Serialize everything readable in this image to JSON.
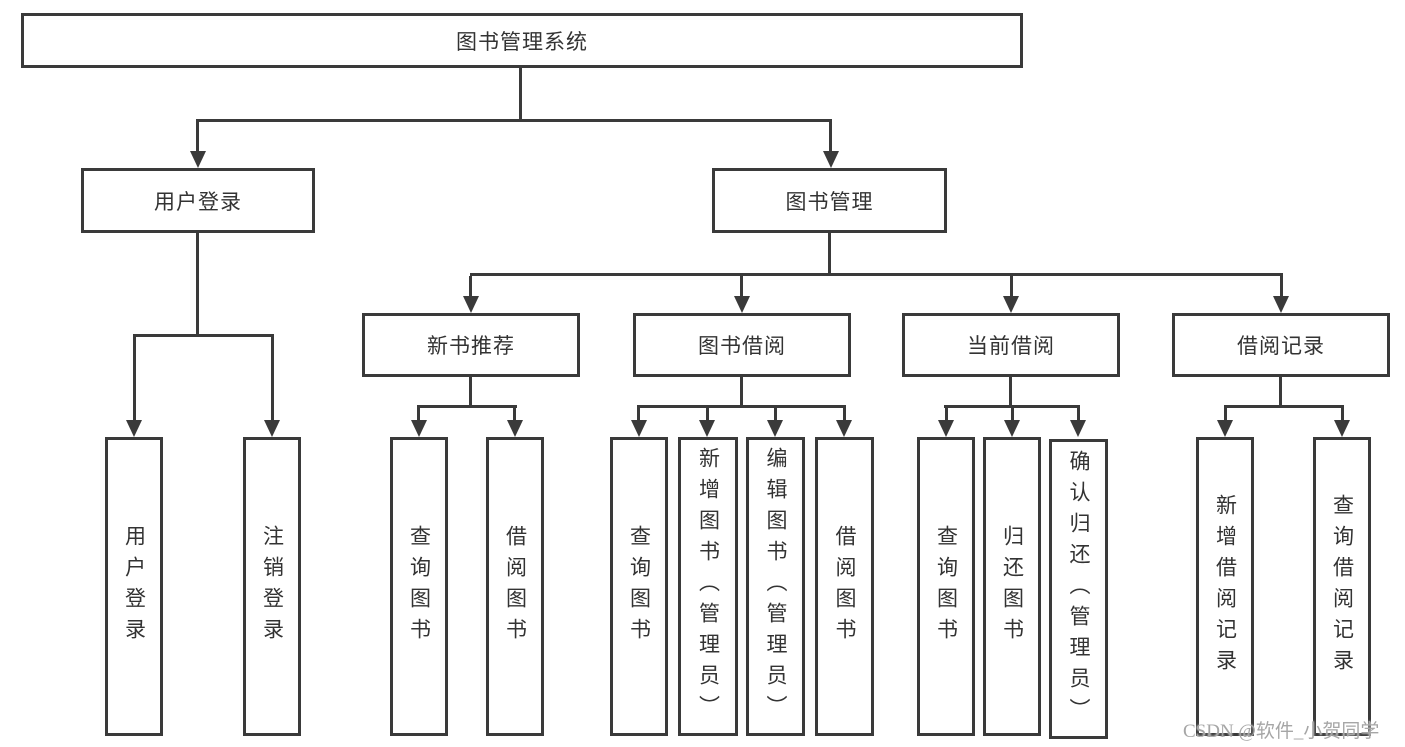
{
  "tree": {
    "root": {
      "label": "图书管理系统"
    },
    "branches": [
      {
        "label": "用户登录",
        "children": [
          {
            "label": "用户登录"
          },
          {
            "label": "注销登录"
          }
        ]
      },
      {
        "label": "图书管理",
        "children": [
          {
            "label": "新书推荐",
            "children": [
              {
                "label": "查询图书"
              },
              {
                "label": "借阅图书"
              }
            ]
          },
          {
            "label": "图书借阅",
            "children": [
              {
                "label": "查询图书"
              },
              {
                "label": "新增图书（管理员）"
              },
              {
                "label": "编辑图书（管理员）"
              },
              {
                "label": "借阅图书"
              }
            ]
          },
          {
            "label": "当前借阅",
            "children": [
              {
                "label": "查询图书"
              },
              {
                "label": "归还图书"
              },
              {
                "label": "确认归还（管理员）"
              }
            ]
          },
          {
            "label": "借阅记录",
            "children": [
              {
                "label": "新增借阅记录"
              },
              {
                "label": "查询借阅记录"
              }
            ]
          }
        ]
      }
    ]
  },
  "watermark": {
    "text": "CSDN @软件_小贺同学"
  },
  "colors": {
    "line": "#3a3a3a",
    "text": "#333333",
    "background": "#ffffff",
    "watermark": "#a6a6a6"
  }
}
